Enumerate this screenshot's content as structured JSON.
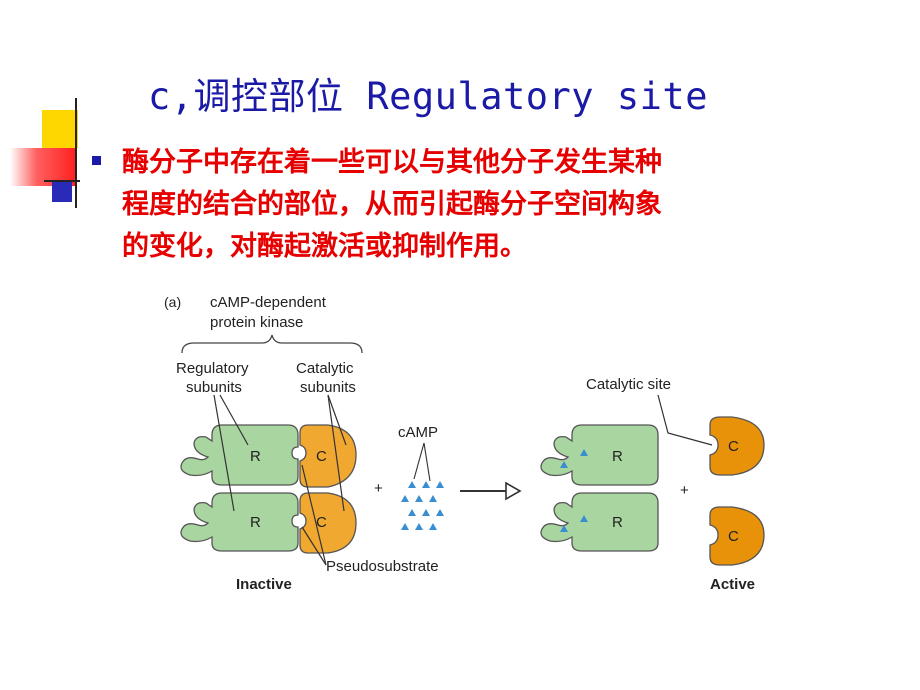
{
  "slide": {
    "title": "c,调控部位 Regulatory site",
    "body_lines": [
      "酶分子中存在着一些可以与其他分子发生某种",
      "程度的结合的部位，从而引起酶分子空间构象",
      "的变化，对酶起激活或抑制作用。"
    ]
  },
  "figure": {
    "panel_label": "(a)",
    "enzyme_name_line1": "cAMP-dependent",
    "enzyme_name_line2": "protein kinase",
    "regulatory_line1": "Regulatory",
    "regulatory_line2": "subunits",
    "catalytic_line1": "Catalytic",
    "catalytic_line2": "subunits",
    "camp_label": "cAMP",
    "catalytic_site_label": "Catalytic site",
    "pseudosubstrate_label": "Pseudosubstrate",
    "inactive_label": "Inactive",
    "active_label": "Active",
    "r_label": "R",
    "c_label": "C",
    "plus_sign": "+",
    "colors": {
      "regulatory_fill": "#a8d5a0",
      "catalytic_fill": "#f0a830",
      "catalytic_active_fill": "#e8920a",
      "camp_marker": "#3a8ed0"
    }
  },
  "decoration": {
    "colors": {
      "yellow": "#ffd700",
      "red": "#ff3030",
      "blue": "#2a2ab8"
    }
  }
}
